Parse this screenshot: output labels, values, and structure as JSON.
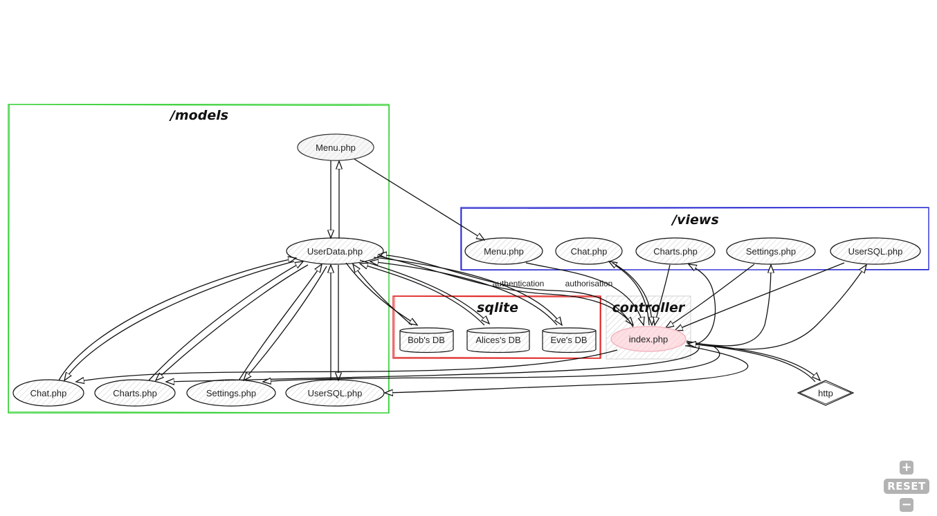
{
  "clusters": {
    "models": "/models",
    "views": "/views",
    "sqlite": "sqlite",
    "controller": "controller"
  },
  "nodes": {
    "models_menu": "Menu.php",
    "models_userdata": "UserData.php",
    "models_chat": "Chat.php",
    "models_charts": "Charts.php",
    "models_settings": "Settings.php",
    "models_usersql": "UserSQL.php",
    "views_menu": "Menu.php",
    "views_chat": "Chat.php",
    "views_charts": "Charts.php",
    "views_settings": "Settings.php",
    "views_usersql": "UserSQL.php",
    "db_bob": "Bob's DB",
    "db_alice": "Alices's DB",
    "db_eve": "Eve's DB",
    "index": "index.php",
    "http": "http"
  },
  "edge_labels": {
    "authentication": "authentication",
    "authorisation": "authorisation"
  },
  "colors": {
    "models_border": "#22cc22",
    "views_border": "#1a1acc",
    "sqlite_border": "#dd1111",
    "controller_fill": "#eeeeee",
    "index_fill": "#fde0e4",
    "index_stroke": "#f2b7c2",
    "node_fill": "#e8e8e8",
    "line": "#111111",
    "control_bg": "#b3b3b3"
  },
  "controls": {
    "zoom_in": "+",
    "reset": "RESET",
    "zoom_out": "−"
  }
}
